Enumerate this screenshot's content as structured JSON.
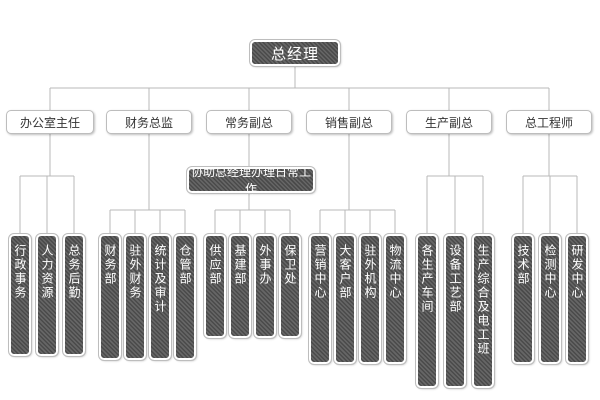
{
  "root": {
    "label": "总经理"
  },
  "branches": [
    {
      "label": "办公室主任",
      "children": [
        "行政事务",
        "人力资源",
        "总务后勤"
      ]
    },
    {
      "label": "财务总监",
      "children": [
        "财务部",
        "驻外财务",
        "统计及审计",
        "仓管部"
      ]
    },
    {
      "label": "常务副总",
      "assistant": "协助总经理办理日常工作",
      "children": [
        "供应部",
        "基建部",
        "外事办",
        "保卫处"
      ]
    },
    {
      "label": "销售副总",
      "children": [
        "营销中心",
        "大客户部",
        "驻外机构",
        "物流中心"
      ]
    },
    {
      "label": "生产副总",
      "children": [
        "各生产车间",
        "设备工艺部",
        "生产综合及电工班"
      ]
    },
    {
      "label": "总工程师",
      "children": [
        "技术部",
        "检测中心",
        "研发中心"
      ]
    }
  ]
}
